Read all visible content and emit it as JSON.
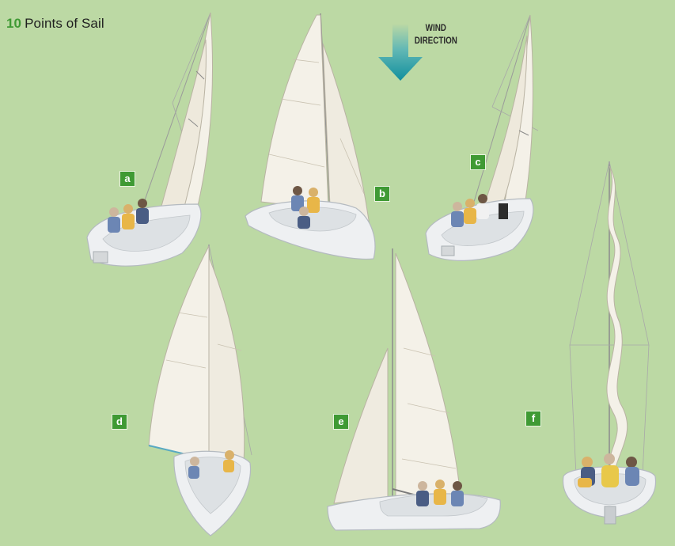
{
  "title": {
    "number": "10",
    "text": "Points of Sail"
  },
  "wind": {
    "line1": "WIND",
    "line2": "DIRECTION"
  },
  "labels": [
    "a",
    "b",
    "c",
    "d",
    "e",
    "f"
  ],
  "colors": {
    "background": "#bcd9a4",
    "label_green": "#3f9a34",
    "arrow_teal": "#1e9aa5",
    "sail": "#f4f1e8",
    "hull": "#eef0f2"
  }
}
